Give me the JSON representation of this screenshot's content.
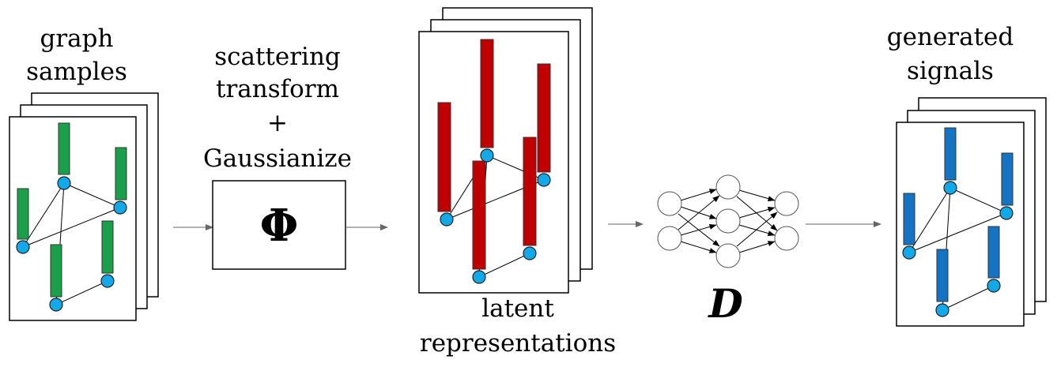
{
  "labels": {
    "graph_samples": [
      "graph",
      "samples"
    ],
    "scattering": [
      "scattering",
      "transform",
      "+",
      "Gaussianize"
    ],
    "phi_symbol": "Φ",
    "latent": [
      "latent",
      "representations"
    ],
    "d_symbol": "D",
    "generated": [
      "generated",
      "signals"
    ]
  },
  "colors": {
    "graph_bars": "#1aa04a",
    "latent_bars": "#c00000",
    "generated_bars": "#1473c2",
    "node_fill": "#11a9ea"
  }
}
